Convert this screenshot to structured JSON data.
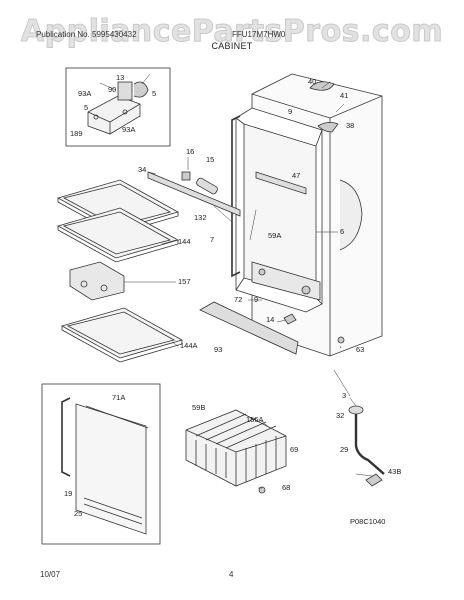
{
  "watermark": "AppliancePartsPros.com",
  "header": {
    "left": "Publication No. 5995430432",
    "right": "FFU17M7HW0",
    "title": "CABINET"
  },
  "diagram_code": "P08C1040",
  "footer": {
    "date": "10/07",
    "page": "4"
  },
  "callouts": {
    "c13": "13",
    "c5": "5",
    "c93a_top": "93A",
    "c90": "90",
    "c5b": "5",
    "c189": "189",
    "c93a_low": "93A",
    "c40": "40",
    "c41": "41",
    "c9_top": "9",
    "c38": "38",
    "c16": "16",
    "c15": "15",
    "c34": "34",
    "c47": "47",
    "c132": "132",
    "c7": "7",
    "c59a": "59A",
    "c6": "6",
    "c144_top": "144",
    "c157": "157",
    "c72": "72",
    "c9_low": "9",
    "c14": "14",
    "c144a": "144A",
    "c93": "93",
    "c63": "63",
    "c71a": "71A",
    "c19": "19",
    "c25": "25",
    "c59b": "59B",
    "c156a": "156A",
    "c69": "69",
    "c68": "68",
    "c3": "3",
    "c32": "32",
    "c29": "29",
    "c43b": "43B"
  }
}
